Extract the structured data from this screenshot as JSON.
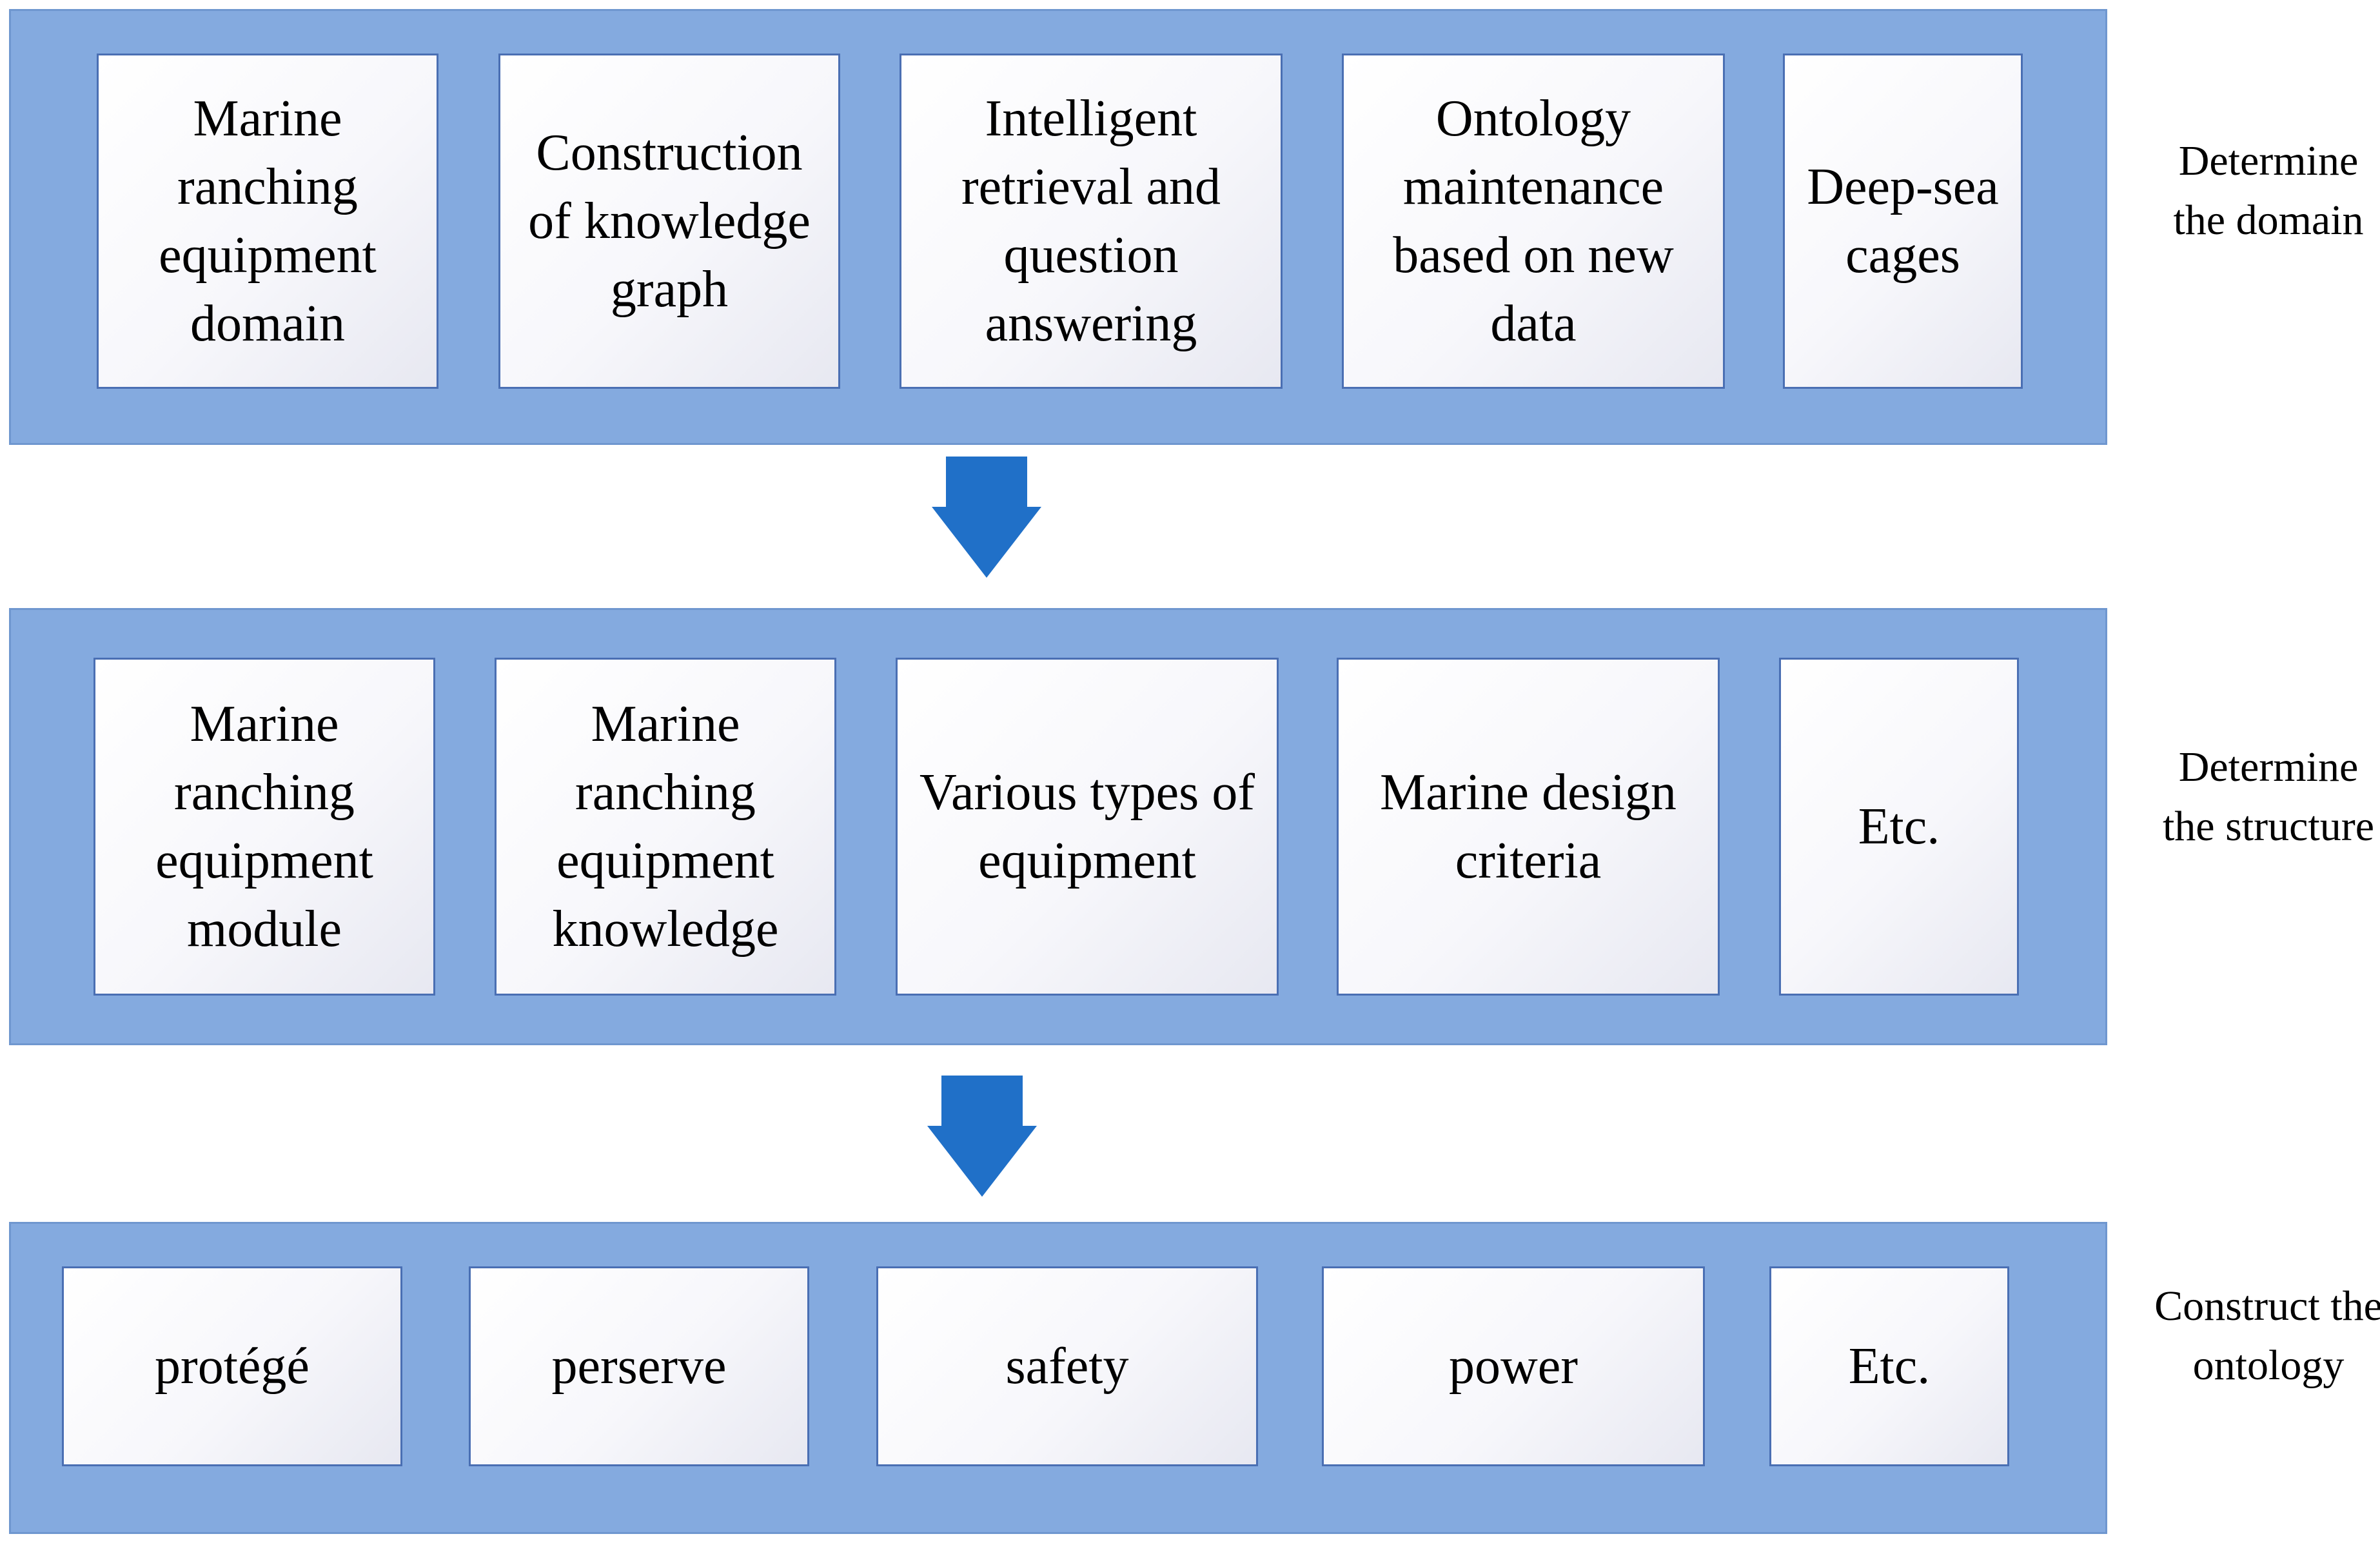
{
  "rows": [
    {
      "label": "Determine the domain",
      "boxes": [
        "Marine ranching equipment domain",
        "Construction of knowledge graph",
        "Intelligent retrieval and question answering",
        "Ontology maintenance based on new data",
        "Deep-sea cages"
      ]
    },
    {
      "label": "Determine the structure",
      "boxes": [
        "Marine ranching equipment module",
        "Marine ranching equipment knowledge",
        "Various types of equipment",
        "Marine design criteria",
        "Etc."
      ]
    },
    {
      "label": "Construct the ontology",
      "boxes": [
        "protégé",
        "perserve",
        "safety",
        "power",
        "Etc."
      ]
    }
  ],
  "colors": {
    "band": "#84aadf",
    "box_border": "#4a6fb3",
    "arrow": "#2070c8"
  }
}
